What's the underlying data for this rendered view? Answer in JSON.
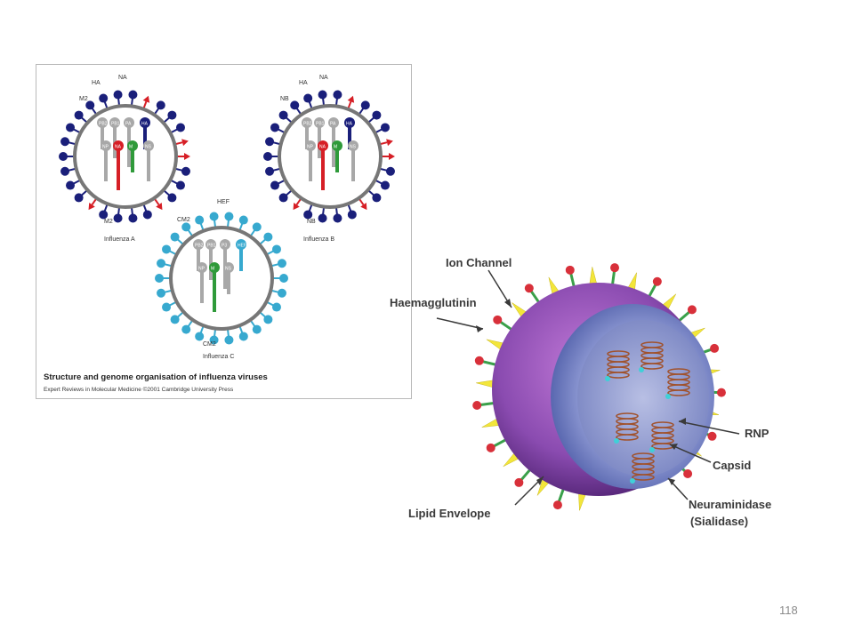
{
  "slide": {
    "page_number": "118"
  },
  "left_figure": {
    "caption_title": "Structure and genome organisation of influenza viruses",
    "caption_credit": "Expert Reviews in Molecular Medicine ©2001 Cambridge University Press",
    "colors": {
      "influenza_a": "#1a1f7a",
      "influenza_b": "#1a1f7a",
      "influenza_c": "#37a9cf",
      "envelope": "#777777",
      "na_red": "#d61f26",
      "green": "#2f9a3a"
    },
    "virus_a": {
      "name": "Influenza A",
      "label_ha": "HA",
      "label_na": "NA",
      "label_m2_top": "M2",
      "label_m2_bottom": "M2",
      "segments": [
        "PB2",
        "PB1",
        "PA",
        "HA",
        "NP",
        "NA",
        "M",
        "NS"
      ]
    },
    "virus_b": {
      "name": "Influenza B",
      "label_ha": "HA",
      "label_na": "NA",
      "label_nb_top": "NB",
      "label_nb_bottom": "NB",
      "segments": [
        "PB2",
        "PB1",
        "PA",
        "HA",
        "NP",
        "NA",
        "M",
        "NS"
      ]
    },
    "virus_c": {
      "name": "Influenza C",
      "label_hef": "HEF",
      "label_cm2_top": "CM2",
      "label_cm2_bottom": "CM2",
      "segments": [
        "PB2",
        "PB1",
        "P3",
        "HEF",
        "NP",
        "M",
        "NS"
      ]
    }
  },
  "right_figure": {
    "labels": {
      "ion_channel": "Ion Channel",
      "haemagglutinin": "Haemagglutinin",
      "rnp": "RNP",
      "capsid": "Capsid",
      "neuraminidase": "Neuraminidase",
      "sialidase": "(Sialidase)",
      "lipid_envelope": "Lipid Envelope"
    },
    "colors": {
      "envelope": "#8a4bb0",
      "capsid": "#6f7fc8",
      "interior": "#9aa4d2",
      "spike_yellow": "#f3e63a",
      "spike_red": "#d8303a",
      "spike_green": "#3aa04a"
    }
  }
}
